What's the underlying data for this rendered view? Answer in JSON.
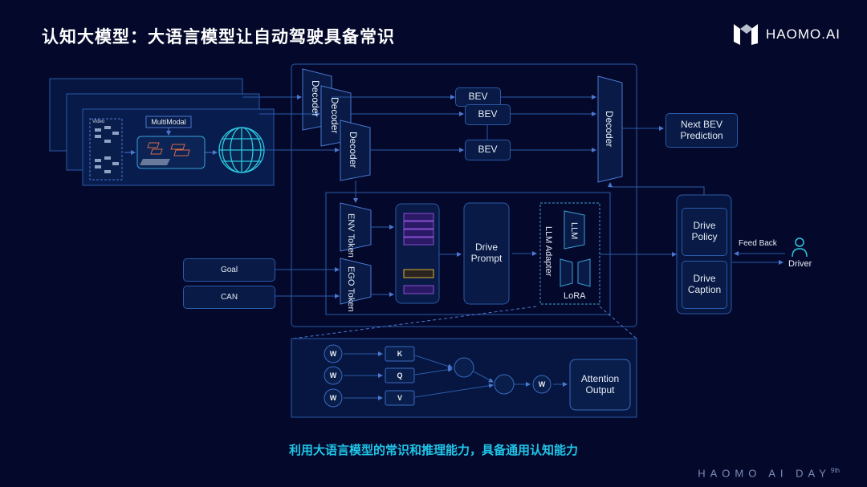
{
  "header": {
    "title": "认知大模型：大语言模型让自动驾驶具备常识",
    "logo_text": "HAOMO.AI"
  },
  "input_stack": {
    "video_label": "Video",
    "multimodal_label": "MultiModal"
  },
  "world_model": {
    "decoders": [
      "Decoder",
      "Decoder",
      "Decoder"
    ],
    "bev": [
      "BEV",
      "BEV",
      "BEV"
    ],
    "final_decoder": "Decoder",
    "next_bev": "Next BEV Prediction"
  },
  "llm_block": {
    "env_token": "ENV Token",
    "ego_token": "EGO Token",
    "drive_prompt": "Drive Prompt",
    "llm_adapter": "LLM Adapter",
    "llm": "LLM",
    "lora": "LoRA"
  },
  "inputs": {
    "goal": "Goal",
    "can": "CAN"
  },
  "outputs": {
    "drive_policy": "Drive Policy",
    "drive_caption": "Drive Caption",
    "feedback": "Feed Back",
    "driver": "Driver"
  },
  "attention": {
    "w_labels": [
      "W",
      "W",
      "W"
    ],
    "kqv": [
      "K",
      "Q",
      "V"
    ],
    "w_out": "W",
    "output": "Attention Output"
  },
  "colors": {
    "background": "#04092b",
    "line": "#2a5aa8",
    "accent": "#1fc5e8",
    "token_purple": "#8a4fd0",
    "token_yellow": "#d9b23a"
  },
  "subtitle": "利用大语言模型的常识和推理能力，具备通用认知能力",
  "footer": {
    "text": "HAOMO AI DAY",
    "edition": "9th"
  }
}
